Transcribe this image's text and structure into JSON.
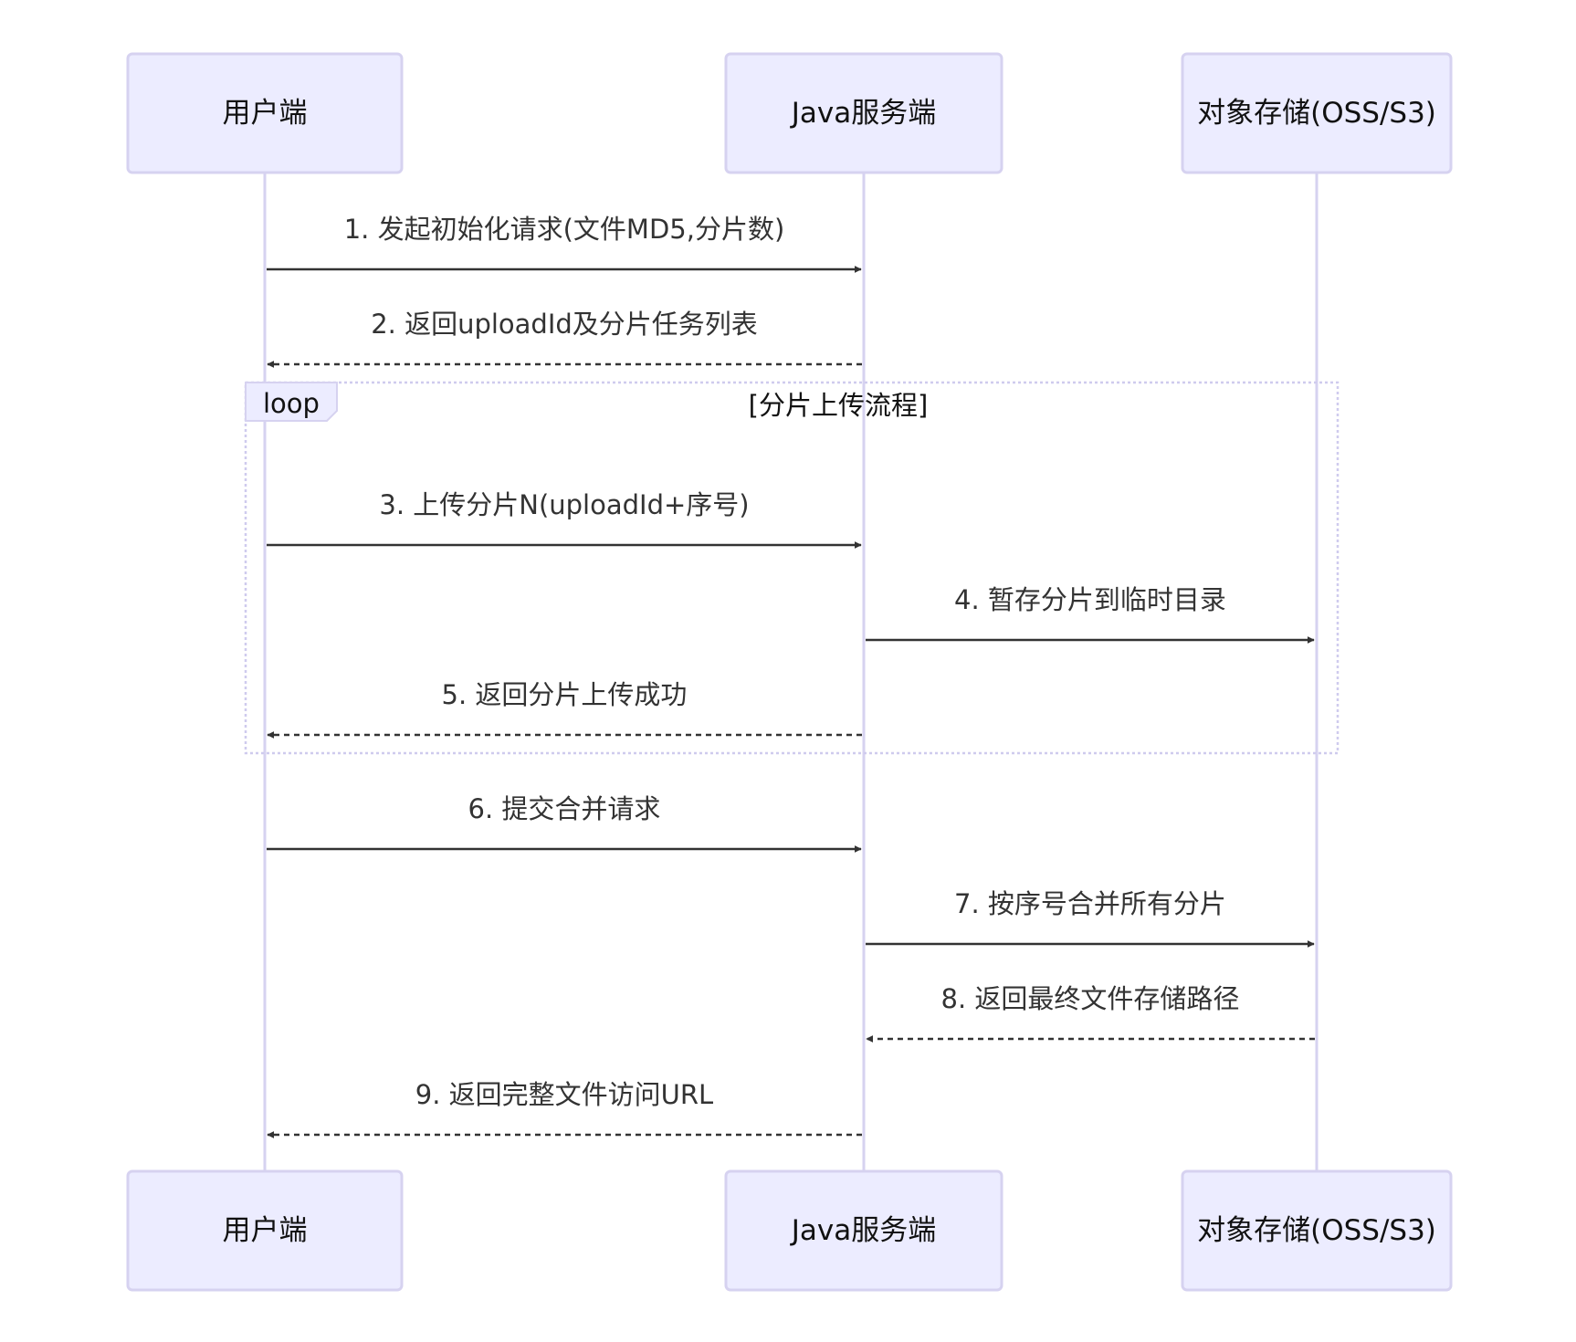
{
  "actors": [
    {
      "id": "client",
      "label": "用户端"
    },
    {
      "id": "server",
      "label": "Java服务端"
    },
    {
      "id": "storage",
      "label": "对象存储(OSS/S3)"
    }
  ],
  "messages": [
    {
      "from": "client",
      "to": "server",
      "label": "1. 发起初始化请求(文件MD5,分片数)",
      "style": "solid"
    },
    {
      "from": "server",
      "to": "client",
      "label": "2. 返回uploadId及分片任务列表",
      "style": "dashed"
    },
    {
      "from": "client",
      "to": "server",
      "label": "3. 上传分片N(uploadId+序号)",
      "style": "solid"
    },
    {
      "from": "server",
      "to": "storage",
      "label": "4. 暂存分片到临时目录",
      "style": "solid"
    },
    {
      "from": "server",
      "to": "client",
      "label": "5. 返回分片上传成功",
      "style": "dashed"
    },
    {
      "from": "client",
      "to": "server",
      "label": "6. 提交合并请求",
      "style": "solid"
    },
    {
      "from": "server",
      "to": "storage",
      "label": "7. 按序号合并所有分片",
      "style": "solid"
    },
    {
      "from": "storage",
      "to": "server",
      "label": "8. 返回最终文件存储路径",
      "style": "dashed"
    },
    {
      "from": "server",
      "to": "client",
      "label": "9. 返回完整文件访问URL",
      "style": "dashed"
    }
  ],
  "loop": {
    "keyword": "loop",
    "title": "[分片上传流程]",
    "first_message": 3,
    "last_message": 5
  },
  "colors": {
    "actor_fill": "#ECECFF",
    "actor_stroke": "#D6D2F0",
    "arrow": "#333333"
  }
}
